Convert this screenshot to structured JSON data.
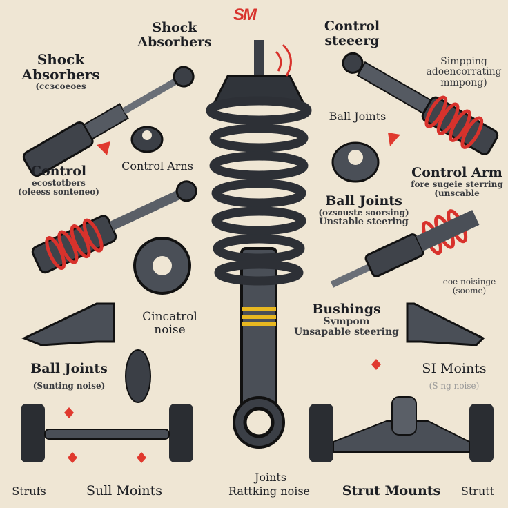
{
  "logo": "SM",
  "colors": {
    "background": "#efe6d4",
    "metal": "#3b3f46",
    "spring_red": "#d8322c",
    "accent_yellow": "#e8b820"
  },
  "labels": {
    "top_center_title": [
      "Shock",
      "Absorbers"
    ],
    "top_right_title": [
      "Control",
      "steeerg"
    ],
    "left_shock": {
      "title": [
        "Shock",
        "Absorbers"
      ],
      "sub": "(ссзсоеоеs"
    },
    "right_top_note": [
      "Simpping",
      "adoencorrating",
      "mmpong)"
    ],
    "ball_joints_upper": "Ball Joints",
    "control_arns": "Control Arns",
    "left_control": {
      "title": "Control",
      "sub1": "ecostotbers",
      "sub2": "(oleess sonteneo)"
    },
    "right_control_arm": {
      "title": "Control Arm",
      "sub1": "fore sugeie sterring",
      "sub2": "(unscable"
    },
    "ball_joints_center": {
      "title": "Ball Joints",
      "sub1": "(ozsouste soorsing)",
      "sub2": "Unstable steering"
    },
    "right_noisinge": [
      "eoe noisinge",
      "(soome)"
    ],
    "cincatrol": [
      "Cincatrol",
      "noise"
    ],
    "bushings": {
      "title": "Bushings",
      "sub1": "Sympom",
      "sub2": "Unsapable steering"
    },
    "ball_joints_lower": {
      "title": "Ball Joints",
      "sub": "(Sunting noise)"
    },
    "si_moints": {
      "title": "SI Moints",
      "sub": "(S  ng noise)"
    },
    "bottom": [
      "Strufs",
      "Sull Moints",
      "Joints",
      "Rattking noise",
      "Strut Mounts",
      "Strutt"
    ]
  }
}
